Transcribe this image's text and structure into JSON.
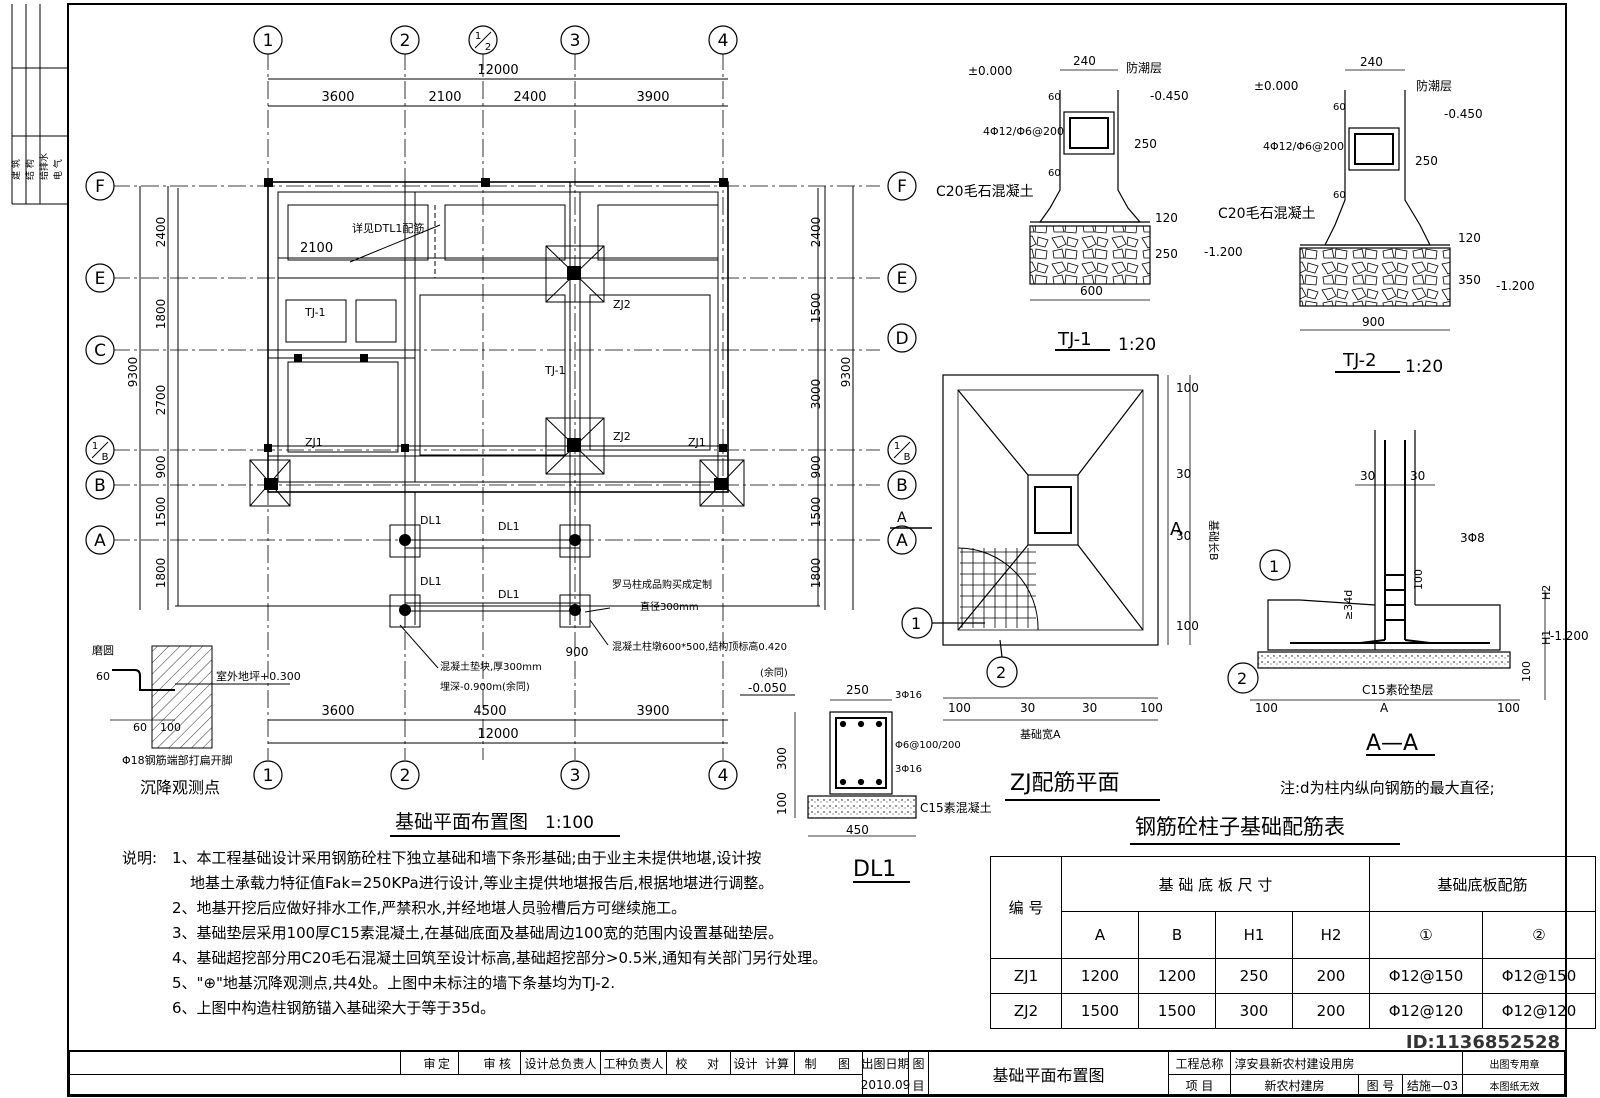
{
  "grid": {
    "top_labels": [
      "1",
      "2",
      "1/2",
      "3",
      "4"
    ],
    "bottom_labels": [
      "1",
      "2",
      "3",
      "4"
    ],
    "left_labels": [
      "F",
      "E",
      "C",
      "1/B",
      "B",
      "A"
    ],
    "right_labels": [
      "F",
      "E",
      "D",
      "1/B",
      "B",
      "A"
    ],
    "top_total": "12000",
    "top_dims": [
      "3600",
      "2100",
      "2400",
      "3900"
    ],
    "bottom_dims": [
      "3600",
      "4500",
      "3900"
    ],
    "bottom_total": "12000",
    "left_dims": [
      "2400",
      "1800",
      "2700",
      "900",
      "1500",
      "1800"
    ],
    "left_total": "9300",
    "right_dims": [
      "2400",
      "1500",
      "3000",
      "900",
      "1500",
      "1800"
    ],
    "right_total": "9300"
  },
  "plan": {
    "title": "基础平面布置图",
    "scale": "1:100",
    "labels": {
      "detail_dtl1": "详见DTL1配筋",
      "dim_2100": "2100",
      "tj1": "TJ-1",
      "zj1": "ZJ1",
      "zj2": "ZJ2",
      "dl1": "DL1",
      "roma_col": "罗马柱成品购买成定制",
      "diameter": "直径300mm",
      "col_section": "混凝土柱墩600*500,结构顶标高0.420",
      "same": "(余同)",
      "pad": "混凝土垫块,厚300mm",
      "depth": "埋深-0.900m(余同)",
      "dim_900": "900",
      "elev_050": "-0.050",
      "section_mark": "A"
    }
  },
  "settlement": {
    "title": "沉降观测点",
    "label_top": "磨圆",
    "ground": "室外地坪+0.300",
    "dims": [
      "60",
      "60",
      "100"
    ],
    "rebar": "Φ18钢筋端部打扁开脚"
  },
  "tj1": {
    "title": "TJ-1",
    "scale": "1:20",
    "top_width": "240",
    "elev_top": "±0.000",
    "dpc": "防潮层",
    "elev_mid": "-0.450",
    "beam": "4Φ12/Φ6@200",
    "h250": "250",
    "h60a": "60",
    "h60b": "60",
    "concrete": "C20毛石混凝土",
    "h120": "120",
    "h250b": "250",
    "elev_bot": "-1.200",
    "width": "600"
  },
  "tj2": {
    "title": "TJ-2",
    "scale": "1:20",
    "top_width": "240",
    "elev_top": "±0.000",
    "dpc": "防潮层",
    "elev_mid": "-0.450",
    "beam": "4Φ12/Φ6@200",
    "h250": "250",
    "h60a": "60",
    "h60b": "60",
    "concrete": "C20毛石混凝土",
    "h120": "120",
    "h350": "350",
    "elev_bot": "-1.200",
    "width": "900"
  },
  "zj": {
    "title": "ZJ配筋平面",
    "dims_left": [
      "100",
      "30",
      "30",
      "100"
    ],
    "base_len": "基础长B",
    "dims_bottom": [
      "100",
      "30",
      "30",
      "100"
    ],
    "base_width": "基础宽A",
    "marker1": "1",
    "marker2": "2",
    "section": "A"
  },
  "aa": {
    "title": "A—A",
    "dims": [
      "30",
      "30"
    ],
    "rebar": "3Φ8",
    "anchor": "≥34d",
    "h100": "100",
    "h2": "H2",
    "h1": "H1",
    "h100b": "100",
    "elev": "-1.200",
    "pad": "C15素砼垫层",
    "dim_a": "A",
    "d100a": "100",
    "d100b": "100",
    "marker1": "1",
    "marker2": "2",
    "note": "注:d为柱内纵向钢筋的最大直径;"
  },
  "dl1": {
    "title": "DL1",
    "width": "250",
    "top": "3Φ16",
    "stirrup": "Φ6@100/200",
    "bottom": "3Φ16",
    "height": "300",
    "pad_h": "100",
    "pad": "C15素混凝土",
    "pad_w": "450"
  },
  "table": {
    "title": "钢筋砼柱子基础配筋表",
    "col_id": "编 号",
    "group_size": "基 础 底 板 尺 寸",
    "group_rebar": "基础底板配筋",
    "headers": [
      "A",
      "B",
      "H1",
      "H2",
      "①",
      "②"
    ],
    "rows": [
      {
        "id": "ZJ1",
        "a": "1200",
        "b": "1200",
        "h1": "250",
        "h2": "200",
        "r1": "Φ12@150",
        "r2": "Φ12@150"
      },
      {
        "id": "ZJ2",
        "a": "1500",
        "b": "1500",
        "h1": "300",
        "h2": "200",
        "r1": "Φ12@120",
        "r2": "Φ12@120"
      }
    ]
  },
  "notes": {
    "lead": "说明:",
    "items": [
      "1、本工程基础设计采用钢筋砼柱下独立基础和墙下条形基础;由于业主未提供地堪,设计按",
      "地基土承载力特征值Fak=250KPa进行设计,等业主提供地堪报告后,根据地堪进行调整。",
      "2、地基开挖后应做好排水工作,严禁积水,并经地堪人员验槽后方可继续施工。",
      "3、基础垫层采用100厚C15素混凝土,在基础底面及基础周边100宽的范围内设置基础垫层。",
      "4、基础超挖部分用C20毛石混凝土回筑至设计标高,基础超挖部分>0.5米,通知有关部门另行处理。",
      "5、\"⊕\"地基沉降观测点,共4处。上图中未标注的墙下条基均为TJ-2.",
      "6、上图中构造柱钢筋锚入基础梁大于等于35d。"
    ]
  },
  "titleblock": {
    "cells": [
      "审",
      "定",
      "审",
      "核",
      "设计总负责人",
      "工种负责人",
      "校",
      "对",
      "设计",
      "计算",
      "制",
      "图"
    ],
    "date_label": "出图日期",
    "date": "2010.09",
    "fig_label": "图",
    "fig_label2": "目",
    "drawing_name": "基础平面布置图",
    "project_label": "工程总称",
    "project": "淳安县新农村建设用房",
    "item_label": "项 目",
    "item": "新农村建房",
    "no_label": "图 号",
    "no": "结施—03",
    "stamp": "本图纸无效",
    "seal": "出图专用章",
    "watermark": "ID:1136852528"
  },
  "side_stamp": [
    "建 筑",
    "结 构",
    "给排水",
    "电 气"
  ]
}
